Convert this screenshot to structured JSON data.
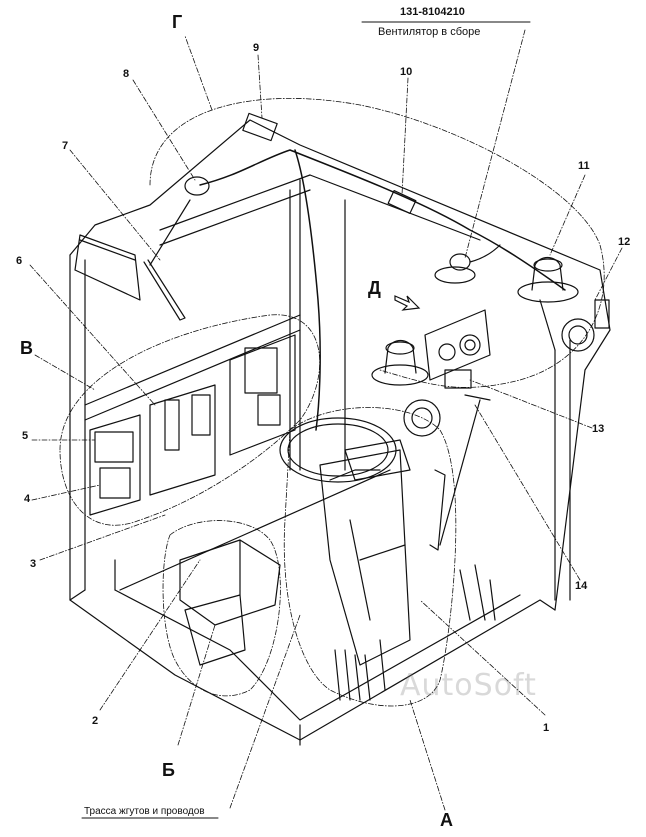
{
  "part_number": "131-8104210",
  "part_name": "Вентилятор в сборе",
  "harness_caption": "Трасса жгутов и проводов",
  "watermark": "AutoSoft",
  "view_letters": {
    "g": "Г",
    "d": "Д",
    "v": "В",
    "b": "Б",
    "a": "А"
  },
  "callouts": {
    "c1": "1",
    "c2": "2",
    "c3": "3",
    "c4": "4",
    "c5": "5",
    "c6": "6",
    "c7": "7",
    "c8": "8",
    "c9": "9",
    "c10": "10",
    "c11": "11",
    "c12": "12",
    "c13": "13",
    "c14": "14"
  },
  "colors": {
    "ink": "#111111",
    "background": "#ffffff"
  }
}
